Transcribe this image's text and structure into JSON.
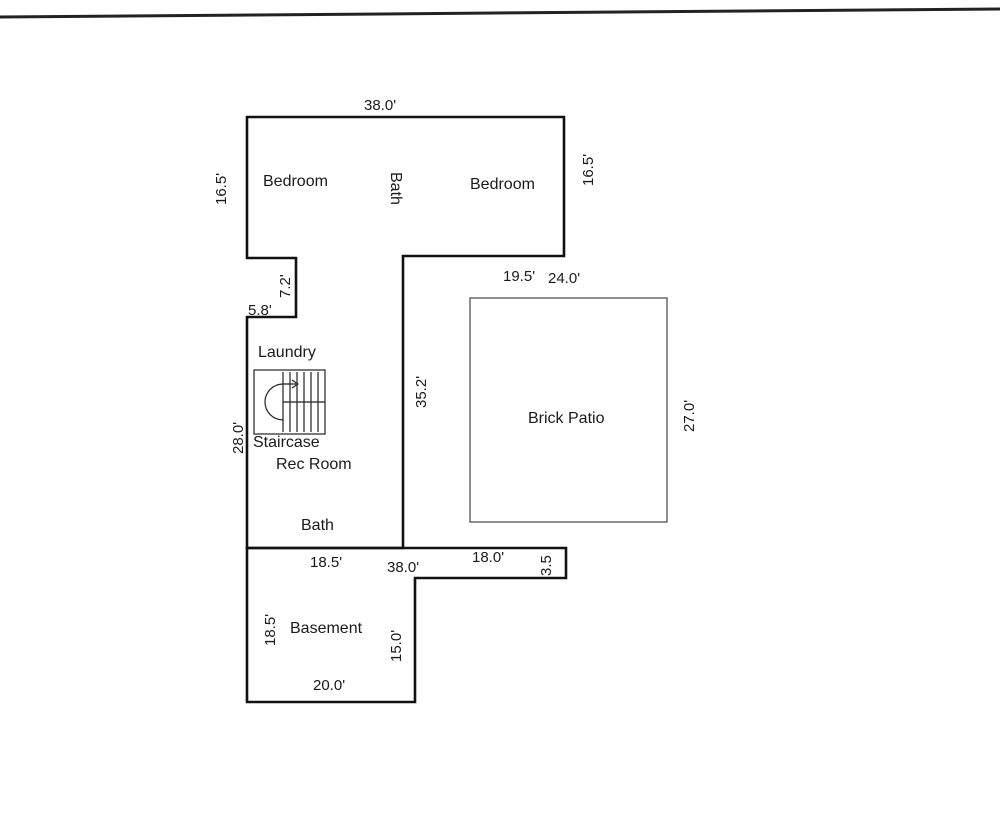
{
  "rooms": {
    "bedroom_left": "Bedroom",
    "bath_upper": "Bath",
    "bedroom_right": "Bedroom",
    "laundry": "Laundry",
    "staircase": "Staircase",
    "rec_room": "Rec Room",
    "bath_lower": "Bath",
    "brick_patio": "Brick Patio",
    "basement": "Basement"
  },
  "dimensions": {
    "top_width": "38.0'",
    "left_top_height": "16.5'",
    "right_top_height": "16.5'",
    "notch_height": "7.2'",
    "notch_width": "5.8'",
    "right_ledge": "19.5'",
    "patio_width": "24.0'",
    "patio_height": "27.0'",
    "corridor_height": "35.2'",
    "rec_height": "28.0'",
    "basement_top": "18.5'",
    "lower_width": "38.0'",
    "extension_width": "18.0'",
    "extension_height": "3.5",
    "basement_left": "18.5'",
    "basement_right": "15.0'",
    "basement_bottom": "20.0'"
  }
}
